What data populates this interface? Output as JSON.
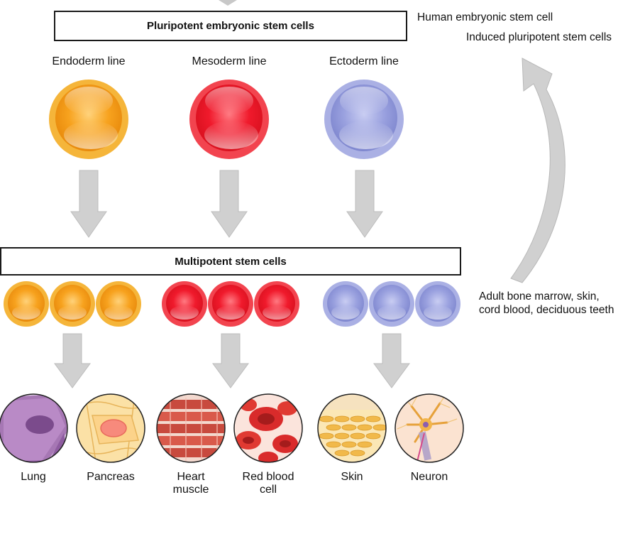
{
  "top_box": {
    "title": "Pluripotent embryonic stem cells"
  },
  "middle_box": {
    "title": "Multipotent stem cells"
  },
  "side_labels": {
    "embryonic": "Human embryonic stem cell",
    "induced": "Induced pluripotent stem cells",
    "adult_line1": "Adult bone marrow, skin,",
    "adult_line2": "cord blood, deciduous teeth"
  },
  "germ_lines": [
    {
      "label": "Endoderm line",
      "color": "#f5a623"
    },
    {
      "label": "Mesoderm line",
      "color": "#ee1c2e"
    },
    {
      "label": "Ectoderm line",
      "color": "#8f97d9"
    }
  ],
  "tissues": [
    {
      "line1": "Lung",
      "line2": ""
    },
    {
      "line1": "Pancreas",
      "line2": ""
    },
    {
      "line1": "Heart",
      "line2": "muscle"
    },
    {
      "line1": "Red blood",
      "line2": "cell"
    },
    {
      "line1": "Skin",
      "line2": ""
    },
    {
      "line1": "Neuron",
      "line2": ""
    }
  ]
}
